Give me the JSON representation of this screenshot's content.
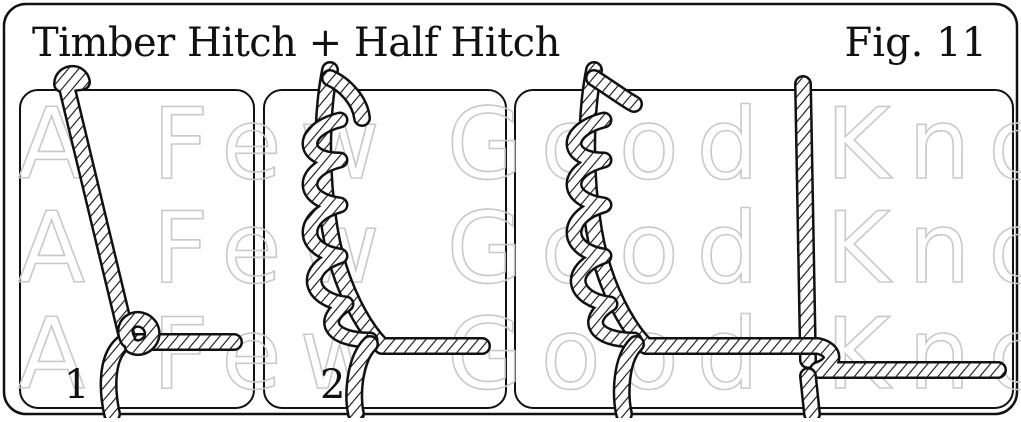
{
  "title": "Timber Hitch + Half Hitch",
  "figure_label": "Fig. 11",
  "watermark": "A Few Good Knots",
  "panels": [
    {
      "step_label": "1"
    },
    {
      "step_label": "2"
    },
    {
      "step_label": ""
    }
  ],
  "colors": {
    "ink": "#111111",
    "rope_fill": "#ffffff",
    "watermark_stroke": "#c9c9c9",
    "background": "#ffffff"
  }
}
